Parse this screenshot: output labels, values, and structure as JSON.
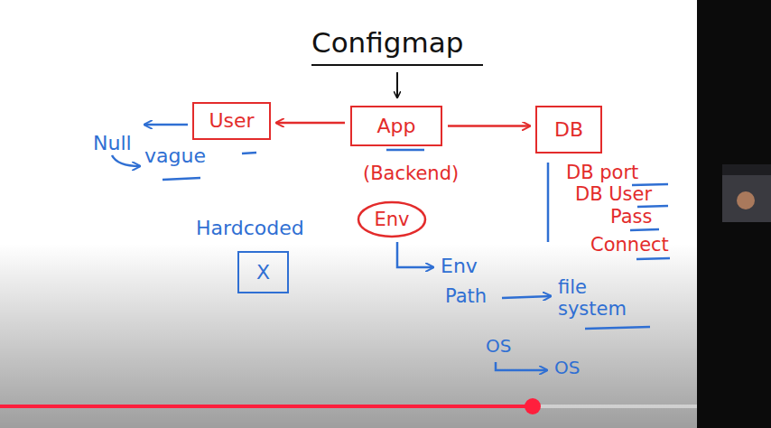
{
  "diagram": {
    "title": "Configmap",
    "nodes": [
      {
        "text": [
          "User"
        ]
      },
      {
        "text": [
          "App",
          "(Backend)"
        ]
      },
      {
        "text": [
          "DB"
        ]
      },
      {
        "text": [
          "Hardcoded",
          "X"
        ]
      },
      {
        "text": [
          "Env"
        ]
      }
    ],
    "edges": [
      {
        "from": 1,
        "to": 0,
        "arrow": "to"
      },
      {
        "from": 1,
        "to": 2,
        "arrow": "to"
      }
    ],
    "labels": [
      "Null",
      "vague",
      "Env",
      "Path",
      "file system",
      "OS",
      "OS",
      "DB port",
      "DB User",
      "Pass",
      "Connect"
    ]
  }
}
